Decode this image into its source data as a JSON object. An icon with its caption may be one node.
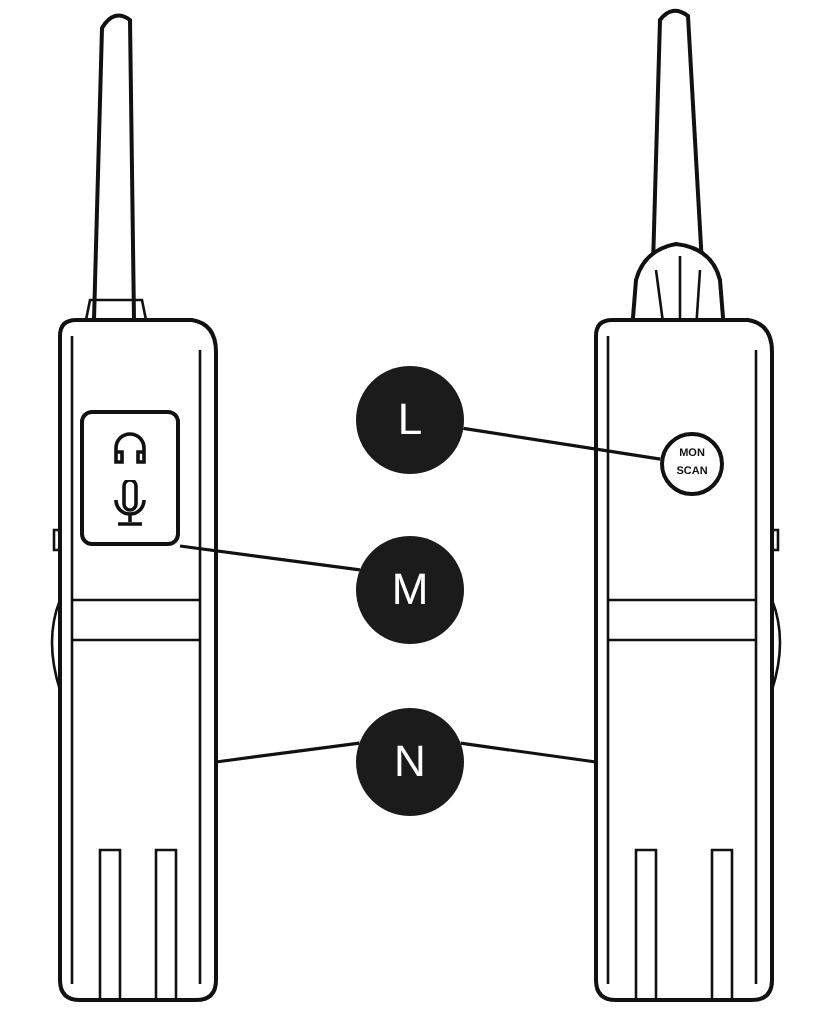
{
  "diagram": {
    "nodes": [
      {
        "text": [],
        "shape": "picture"
      },
      {
        "text": [],
        "shape": "box",
        "in": 0
      },
      {
        "text": [],
        "shape": "picture"
      },
      {
        "text": [
          "MON",
          "SCAN"
        ],
        "in": 2
      },
      {
        "text": [
          "L"
        ]
      },
      {
        "text": [
          "M"
        ]
      },
      {
        "text": [
          "N"
        ]
      }
    ],
    "edges": [
      {
        "from": 4,
        "to": 3,
        "arrow": "none"
      },
      {
        "from": 5,
        "to": 1,
        "arrow": "none"
      },
      {
        "from": 6,
        "to": 0,
        "arrow": "none"
      },
      {
        "from": 6,
        "to": 2,
        "arrow": "none"
      }
    ]
  }
}
